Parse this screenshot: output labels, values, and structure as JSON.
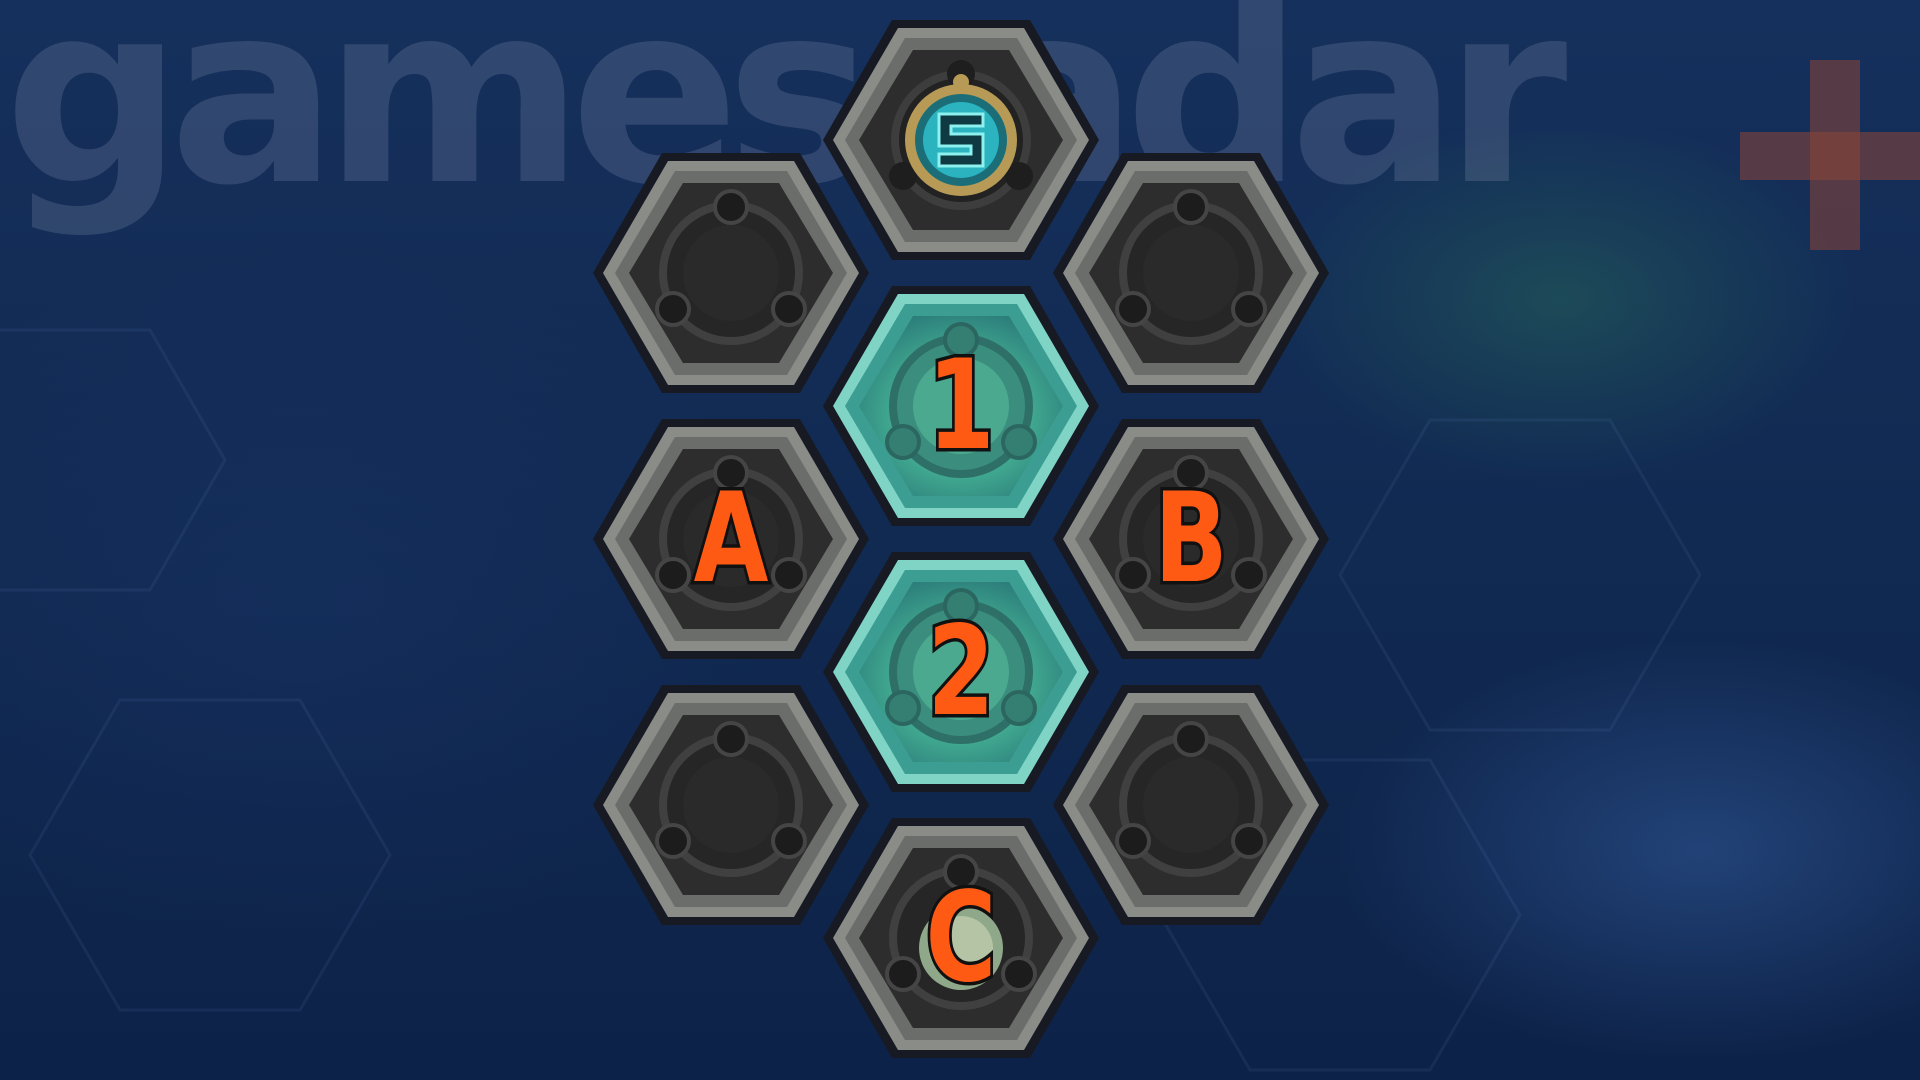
{
  "watermark": {
    "text": "gamesradar",
    "plus_icon": "plus-icon"
  },
  "colors": {
    "label_orange": "#ff5a14",
    "tile_stone": "#8c8c86",
    "tile_inner": "#2c2c2c",
    "tile_active": "#4fb8a4",
    "background": "#12305a"
  },
  "board": {
    "tiles": [
      {
        "id": "top",
        "label": "",
        "state": "goal",
        "icon": "s-rune-icon"
      },
      {
        "id": "upper-left",
        "label": "",
        "state": "inactive",
        "icon": "triad-socket-icon"
      },
      {
        "id": "upper-right",
        "label": "",
        "state": "inactive",
        "icon": "triad-socket-icon"
      },
      {
        "id": "center-upper",
        "label": "1",
        "state": "active",
        "icon": "triad-socket-icon"
      },
      {
        "id": "middle-left",
        "label": "A",
        "state": "inactive",
        "icon": "triad-socket-icon"
      },
      {
        "id": "middle-right",
        "label": "B",
        "state": "inactive",
        "icon": "triad-socket-icon"
      },
      {
        "id": "center-lower",
        "label": "2",
        "state": "active",
        "icon": "triad-socket-icon"
      },
      {
        "id": "lower-left",
        "label": "",
        "state": "inactive",
        "icon": "triad-socket-icon"
      },
      {
        "id": "lower-right",
        "label": "",
        "state": "inactive",
        "icon": "triad-socket-icon"
      },
      {
        "id": "bottom",
        "label": "C",
        "state": "partial",
        "icon": "triad-socket-icon"
      }
    ]
  }
}
